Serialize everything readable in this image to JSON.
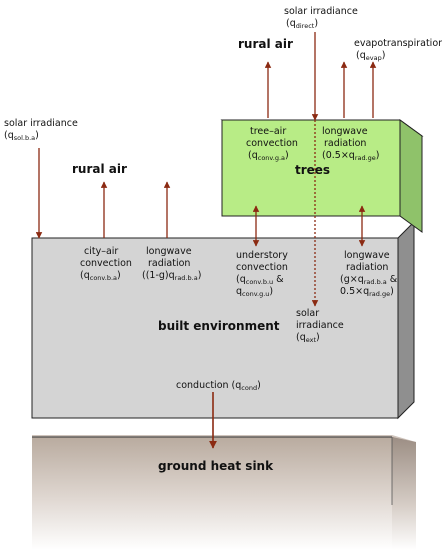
{
  "regions": {
    "rural_air_top": "rural air",
    "rural_air_left": "rural air",
    "trees": "trees",
    "built_environment": "built environment",
    "ground_heat_sink": "ground heat sink"
  },
  "fluxes": {
    "solar_direct": {
      "line1": "solar irradiance",
      "pre": "(q",
      "sub": "direct",
      "post": ")"
    },
    "evapotranspiration": {
      "line1": "evapotranspiration",
      "pre": "(q",
      "sub": "evap",
      "post": ")"
    },
    "solar_left": {
      "line1": "solar irradiance",
      "pre": "(q",
      "sub": "sol.b.a",
      "post": ")"
    },
    "tree_air": {
      "line1": "tree–air",
      "line2": "convection",
      "pre": "(q",
      "sub": "conv.g.a",
      "post": ")"
    },
    "longwave_trees": {
      "line1": "longwave",
      "line2": "radiation",
      "pre": "(0.5×q",
      "sub": "rad.ge",
      "post": ")"
    },
    "city_air": {
      "line1": "city–air",
      "line2": "convection",
      "pre": "(q",
      "sub": "conv.b.a",
      "post": ")"
    },
    "longwave_city": {
      "line1": "longwave",
      "line2": "radiation",
      "pre": "((1-g)q",
      "sub": "rad.b.a",
      "post": ")"
    },
    "understory": {
      "line1": "understory",
      "line2": "convection",
      "l3pre": "(q",
      "l3sub": "conv.b.u",
      "l3post": " &",
      "l4pre": "q",
      "l4sub": "conv.g.u",
      "l4post": ")"
    },
    "longwave_right": {
      "line1": "longwave",
      "line2": "radiation",
      "l3pre": "(g×q",
      "l3sub": "rad.b.a",
      "l3post": " &",
      "l4pre": "0.5×q",
      "l4sub": "rad.ge",
      "l4post": ")"
    },
    "solar_ext": {
      "line1": "solar",
      "line2": "irradiance",
      "pre": "(q",
      "sub": "ext",
      "post": ")"
    },
    "conduction": {
      "line1pre": "conduction (q",
      "line1sub": "cond",
      "line1post": ")"
    }
  },
  "colors": {
    "arrow": "#8b2a12",
    "trees_fill": "#b8ec86",
    "built_fill": "#d4d4d4",
    "ground_fill": "#b8aaa0"
  }
}
